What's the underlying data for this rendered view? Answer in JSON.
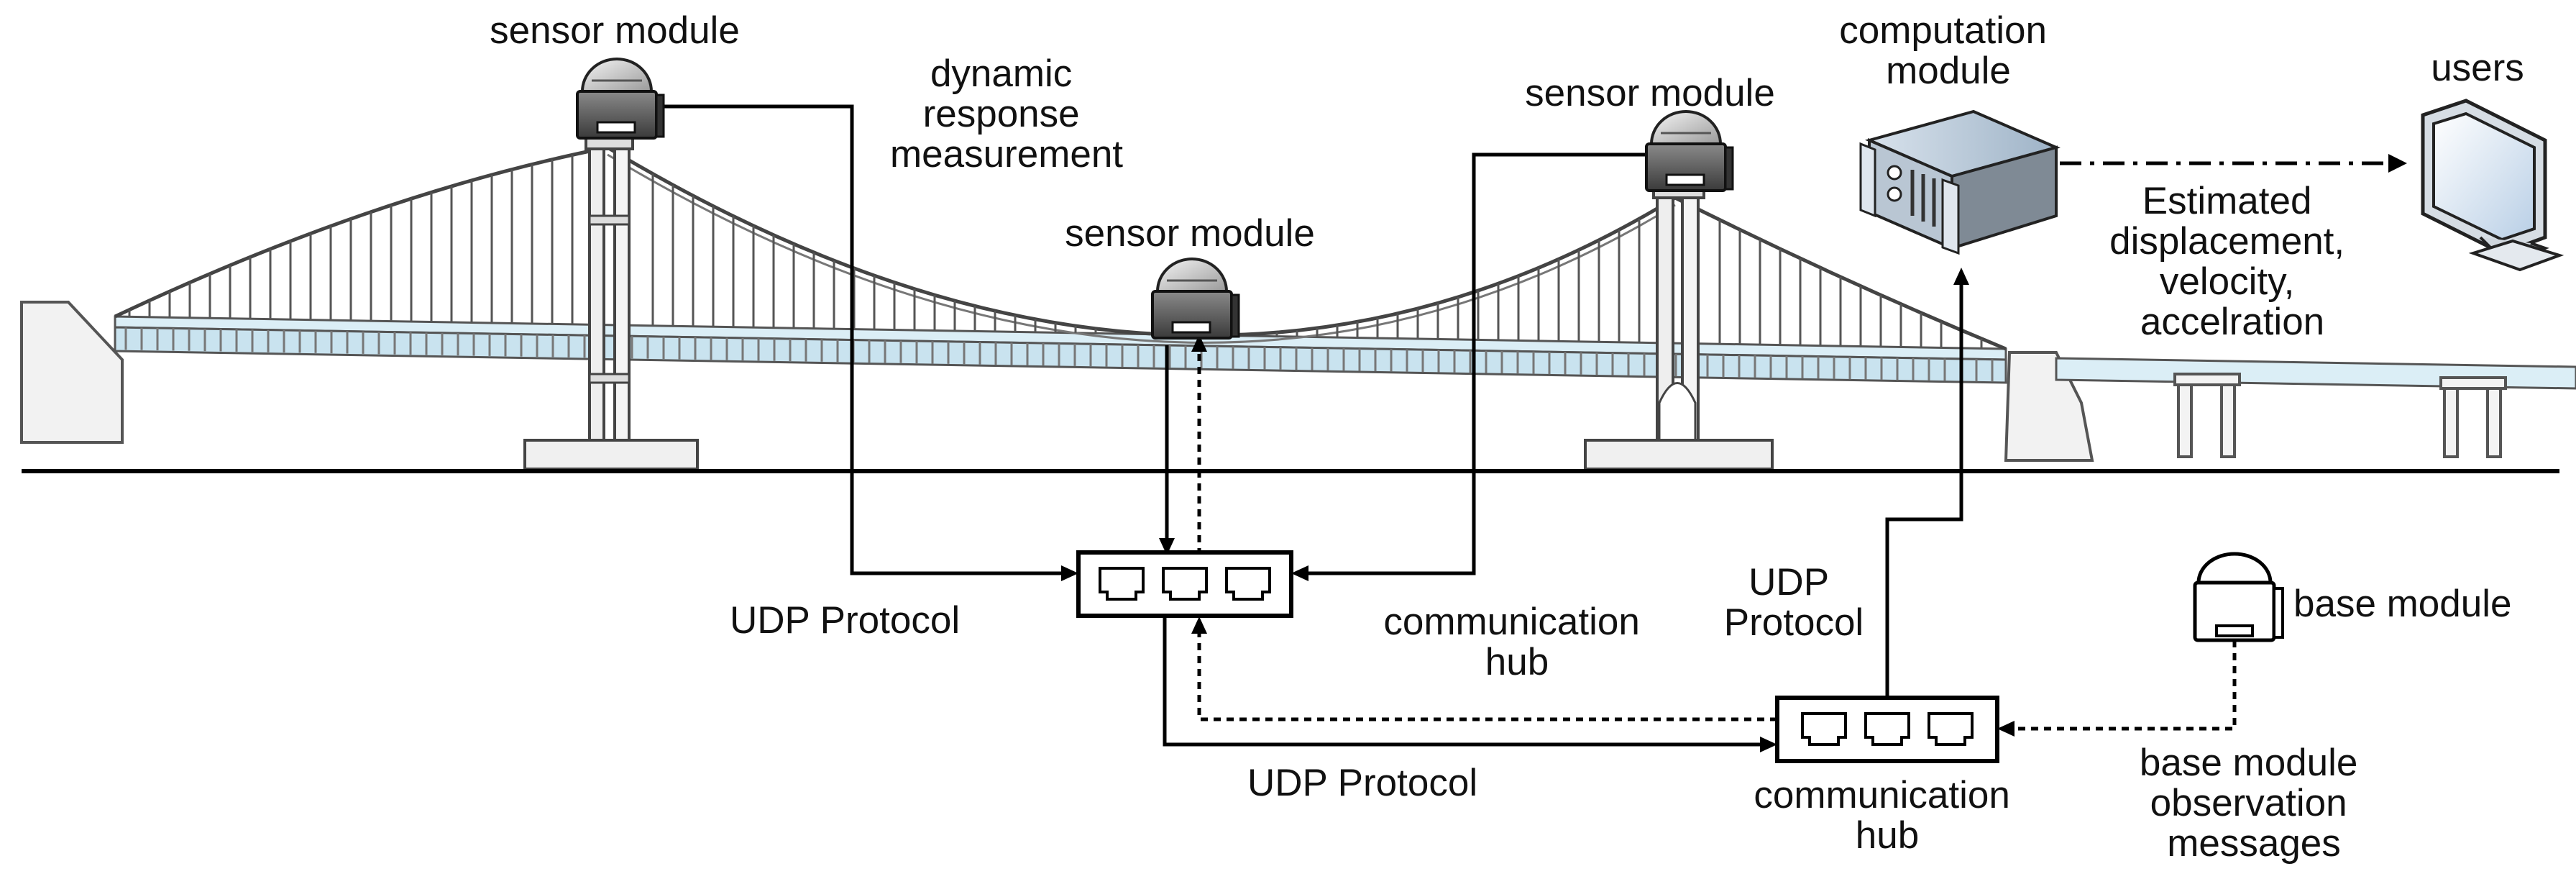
{
  "labels": {
    "sensor_module_left": "sensor module",
    "sensor_module_center": "sensor module",
    "sensor_module_right": "sensor module",
    "dynamic_response": [
      "dynamic",
      "response",
      "measurement"
    ],
    "computation_module": [
      "computation",
      "module"
    ],
    "users": "users",
    "estimated": [
      "Estimated",
      "displacement,",
      "velocity,",
      "accelration"
    ],
    "udp_protocol_hub1": "UDP Protocol",
    "communication_hub_1": [
      "communication",
      "hub"
    ],
    "udp_protocol_upper": [
      "UDP",
      "Protocol"
    ],
    "base_module": "base module",
    "udp_protocol_bottom": "UDP Protocol",
    "communication_hub_2": [
      "communication",
      "hub"
    ],
    "base_module_messages": [
      "base module",
      "observation",
      "messages"
    ]
  },
  "icons": {
    "sensor": "sensor-module-icon",
    "hub": "ethernet-hub-icon",
    "server": "server-rack-icon",
    "monitor": "monitor-icon",
    "bridge": "suspension-bridge-illustration"
  },
  "colors": {
    "deck_fill": "#dbeef6",
    "line": "#000000",
    "bridge_stroke": "#555555"
  }
}
